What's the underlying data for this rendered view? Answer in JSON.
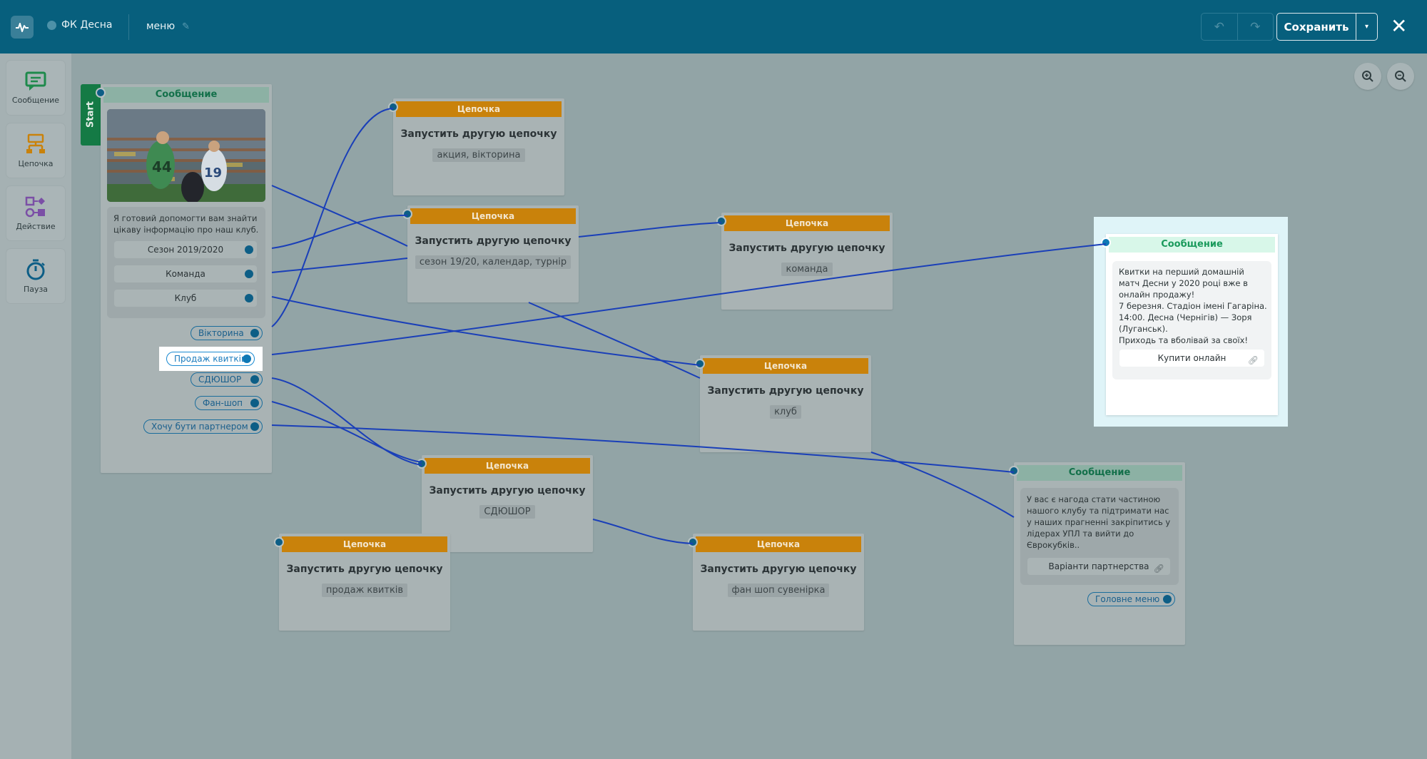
{
  "header": {
    "bot_name": "ФК Десна",
    "chain_name": "меню",
    "save_label": "Сохранить",
    "close_label": "✕"
  },
  "sidebar": {
    "items": [
      {
        "label": "Сообщение",
        "icon": "message-icon",
        "color": "#1f8a4c"
      },
      {
        "label": "Цепочка",
        "icon": "chain-icon",
        "color": "#c9820b"
      },
      {
        "label": "Действие",
        "icon": "action-icon",
        "color": "#7b4fa6"
      },
      {
        "label": "Пауза",
        "icon": "timer-icon",
        "color": "#0d5e86"
      }
    ]
  },
  "start_node": {
    "start_label": "Start",
    "header": "Сообщение",
    "text": "Я готовий допомогти вам знайти\nцікаву інформацію про наш клуб.",
    "buttons": [
      "Сезон 2019/2020",
      "Команда",
      "Клуб"
    ],
    "quick_replies": [
      "Вікторина",
      "Продаж квитків",
      "СДЮШОР",
      "Фан-шоп",
      "Хочу бути партнером"
    ]
  },
  "chain_nodes": [
    {
      "header": "Цепочка",
      "title": "Запустить другую цепочку",
      "tags": "акция, вікторина"
    },
    {
      "header": "Цепочка",
      "title": "Запустить другую цепочку",
      "tags": "сезон 19/20, календар, турнір"
    },
    {
      "header": "Цепочка",
      "title": "Запустить другую цепочку",
      "tags": "команда"
    },
    {
      "header": "Цепочка",
      "title": "Запустить другую цепочку",
      "tags": "клуб"
    },
    {
      "header": "Цепочка",
      "title": "Запустить другую цепочку",
      "tags": "СДЮШОР"
    },
    {
      "header": "Цепочка",
      "title": "Запустить другую цепочку",
      "tags": "продаж квитків"
    },
    {
      "header": "Цепочка",
      "title": "Запустить другую цепочку",
      "tags": "фан шоп сувенірка"
    }
  ],
  "tickets_node": {
    "header": "Сообщение",
    "text": "Квитки на перший домашній\nматч Десни у 2020 році вже в\nонлайн продажу!\n7 березня. Стадіон імені Гагаріна.\n14:00. Десна (Чернігів) — Зоря\n(Луганськ).\nПриходь та вболівай за своїх!",
    "button": "Купити онлайн"
  },
  "partner_node": {
    "header": "Сообщение",
    "text": "У вас є нагода стати частиною\nнашого клубу та підтримати нас\nу наших прагненні закріпитись у\nлідерах УПЛ та вийти до\nЄврокубків..",
    "button": "Варіанти партнерства",
    "quick_reply": "Головне меню"
  },
  "colors": {
    "topbar": "#075f7d",
    "chain_header": "#c9820b",
    "message_header_text": "#1a9a5c",
    "wire": "#1a3fb8",
    "port": "#0d5e86"
  }
}
